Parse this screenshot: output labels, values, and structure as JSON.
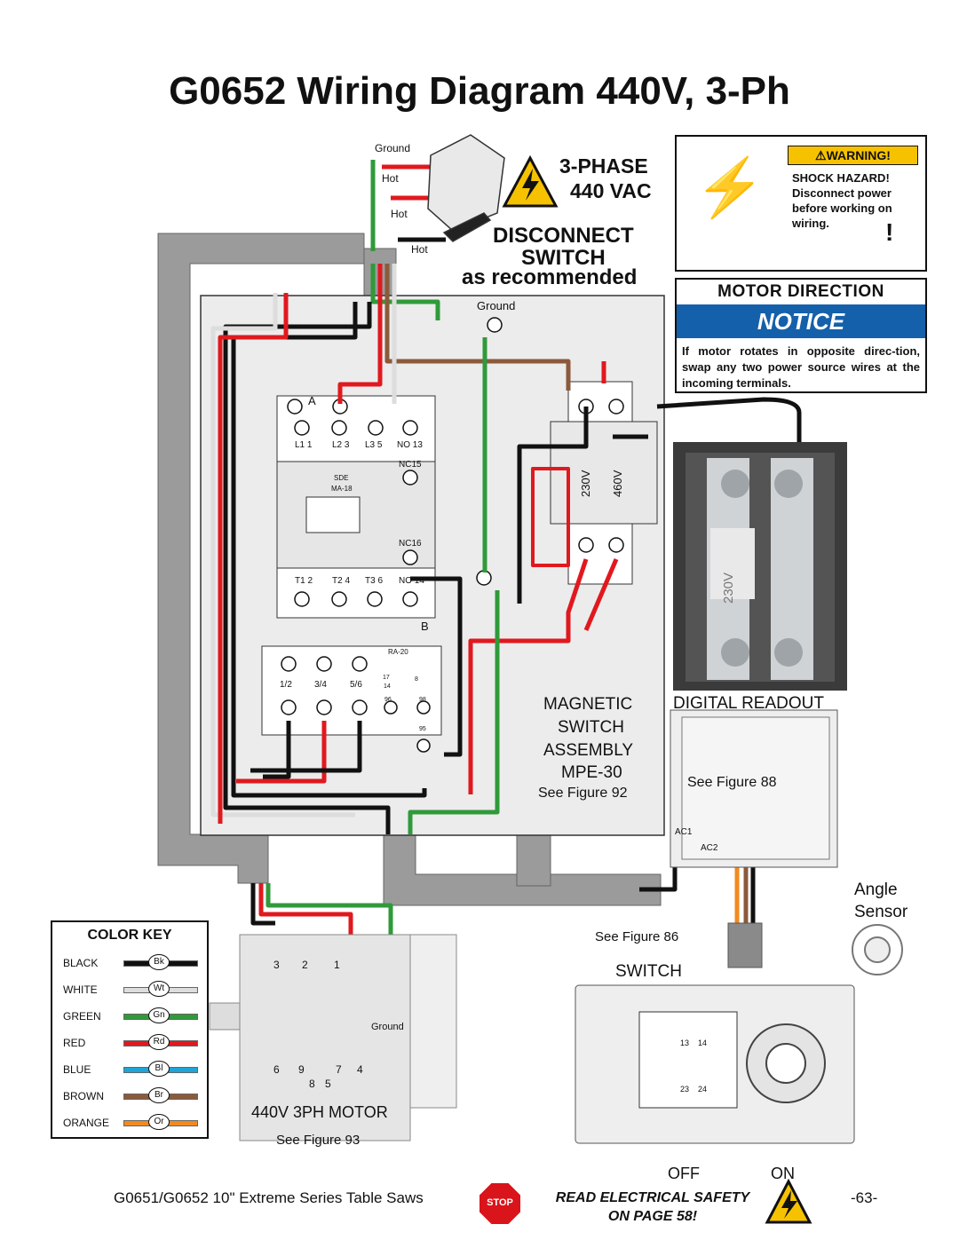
{
  "title": "G0652 Wiring Diagram 440V, 3-Ph",
  "disconnect": {
    "phase": "3-PHASE",
    "voltage": "440 VAC",
    "line1": "DISCONNECT",
    "line2": "SWITCH",
    "line3": "as recommended",
    "ground": "Ground",
    "hot": "Hot"
  },
  "warning": {
    "head": "WARNING!",
    "lines": [
      "SHOCK HAZARD!",
      "Disconnect power",
      "before working on",
      "wiring."
    ]
  },
  "motor_direction": {
    "header": "MOTOR DIRECTION",
    "notice": "NOTICE",
    "text": "If motor rotates in opposite direc-tion, swap any two power source wires at the incoming terminals."
  },
  "magnetic_switch": {
    "l1": "MAGNETIC",
    "l2": "SWITCH",
    "l3": "ASSEMBLY",
    "l4": "MPE-30",
    "see": "See Figure 92",
    "ground": "Ground",
    "contactor": {
      "a": "A",
      "b": "B",
      "sde": "SDE",
      "model": "MA-18",
      "top": [
        "L1 1",
        "L2 3",
        "L3 5",
        "NO 13"
      ],
      "nc15": "NC15",
      "nc16": "NC16",
      "bottom": [
        "T1 2",
        "T2 4",
        "T3 6",
        "NO 14"
      ]
    },
    "overload": {
      "name": "RA-20",
      "terms": [
        "1/2",
        "3/4",
        "5/6"
      ],
      "aux": [
        "96",
        "98",
        "95"
      ],
      "dial": [
        "17",
        "8",
        "14"
      ]
    },
    "transformer": [
      "230V",
      "460V"
    ]
  },
  "digital_readout": {
    "title": "DIGITAL READOUT",
    "see": "See Figure 88",
    "ac1": "AC1",
    "ac2": "AC2",
    "angle": "Angle",
    "sensor": "Sensor",
    "photo_label": "230V"
  },
  "switch": {
    "title": "SWITCH",
    "see": "See Figure 86",
    "off": "OFF",
    "on": "ON",
    "terms": [
      "13",
      "14",
      "23",
      "24"
    ]
  },
  "motor": {
    "title": "440V 3PH MOTOR",
    "see": "See Figure 93",
    "ground": "Ground",
    "terms_top": [
      "3",
      "2",
      "1"
    ],
    "terms_bottom": [
      "6",
      "9",
      "7",
      "4"
    ],
    "terms_bot2": [
      "8",
      "5"
    ]
  },
  "color_key": {
    "title": "COLOR KEY",
    "rows": [
      {
        "name": "BLACK",
        "abbr": "Bk",
        "color": "#111111"
      },
      {
        "name": "WHITE",
        "abbr": "Wt",
        "color": "#dddddd"
      },
      {
        "name": "GREEN",
        "abbr": "Gn",
        "color": "#2f9a3a"
      },
      {
        "name": "RED",
        "abbr": "Rd",
        "color": "#e0191f"
      },
      {
        "name": "BLUE",
        "abbr": "Bl",
        "color": "#1fa4d8"
      },
      {
        "name": "BROWN",
        "abbr": "Br",
        "color": "#8b5a3c"
      },
      {
        "name": "ORANGE",
        "abbr": "Or",
        "color": "#f28a1e"
      }
    ]
  },
  "footer": {
    "left": "G0651/G0652 10\" Extreme Series Table Saws",
    "stop": "STOP",
    "mid1": "READ ELECTRICAL SAFETY",
    "mid2": "ON PAGE 58!",
    "page": "-63-"
  }
}
